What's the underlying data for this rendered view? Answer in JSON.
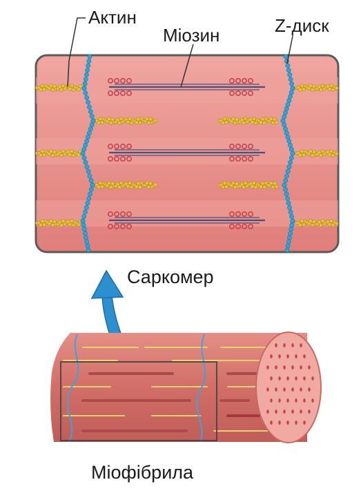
{
  "labels": {
    "actin": "Актин",
    "myosin": "Міозин",
    "z_disk": "Z-диск",
    "sarcomere": "Саркомер",
    "myofibril": "Міофібрила"
  },
  "colors": {
    "panel_fill": "#e8948f",
    "panel_stroke": "#5a5a5a",
    "actin": "#e8c23c",
    "myosin_line": "#4a4f7a",
    "myosin_heads": "#c8444e",
    "z_disk": "#2aa6d8",
    "arrow": "#2b8fd0",
    "fibril_body": "#d7736c",
    "fibril_end": "#f0aaa2"
  },
  "icons": {
    "arrow": "curved-up-arrow-icon"
  }
}
